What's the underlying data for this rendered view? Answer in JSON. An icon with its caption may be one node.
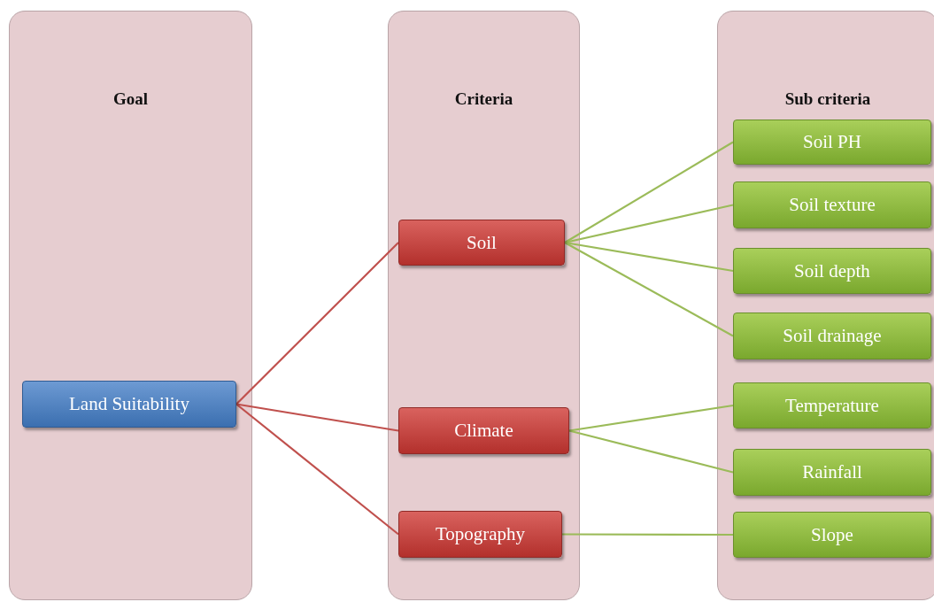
{
  "diagram": {
    "nodes": [
      {
        "text": [
          "Goal"
        ]
      },
      {
        "text": [
          "Land Suitability"
        ],
        "in": 0
      },
      {
        "text": [
          "Criteria"
        ]
      },
      {
        "text": [
          "Soil"
        ],
        "in": 2
      },
      {
        "text": [
          "Climate"
        ],
        "in": 2
      },
      {
        "text": [
          "Topography"
        ],
        "in": 2
      },
      {
        "text": [
          "Sub criteria"
        ]
      },
      {
        "text": [
          "Soil PH"
        ],
        "in": 6
      },
      {
        "text": [
          "Soil texture"
        ],
        "in": 6
      },
      {
        "text": [
          "Soil depth"
        ],
        "in": 6
      },
      {
        "text": [
          "Soil drainage"
        ],
        "in": 6
      },
      {
        "text": [
          "Temperature"
        ],
        "in": 6
      },
      {
        "text": [
          "Rainfall"
        ],
        "in": 6
      },
      {
        "text": [
          "Slope"
        ],
        "in": 6
      }
    ],
    "edges": [
      {
        "from": 1,
        "to": 3,
        "arrow": "none",
        "color": "#c0504d"
      },
      {
        "from": 1,
        "to": 4,
        "arrow": "none",
        "color": "#c0504d"
      },
      {
        "from": 1,
        "to": 5,
        "arrow": "none",
        "color": "#c0504d"
      },
      {
        "from": 3,
        "to": 7,
        "arrow": "none"
      },
      {
        "from": 3,
        "to": 8,
        "arrow": "none"
      },
      {
        "from": 3,
        "to": 9,
        "arrow": "none"
      },
      {
        "from": 3,
        "to": 10,
        "arrow": "none"
      },
      {
        "from": 4,
        "to": 11,
        "arrow": "none"
      },
      {
        "from": 4,
        "to": 12,
        "arrow": "none"
      },
      {
        "from": 5,
        "to": 13,
        "arrow": "none"
      }
    ]
  }
}
